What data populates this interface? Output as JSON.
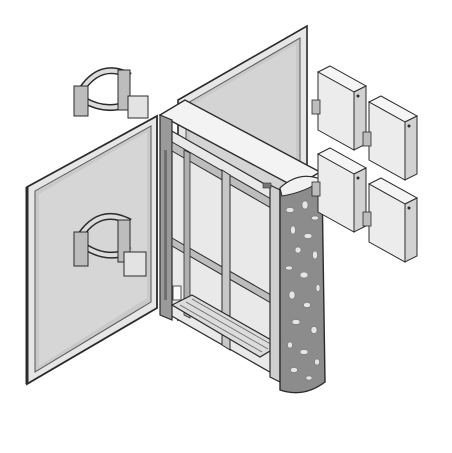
{
  "colors": {
    "background": "#ffffff",
    "outline": "#2b2b2b",
    "panel_face": "#d7d7d7",
    "panel_glass": "#c9c9c9",
    "frame_light": "#f2f2f2",
    "frame_mid": "#bdbdbd",
    "frame_dark": "#6f6f6f",
    "perforated_face": "#8a8a8a",
    "box_face": "#ececec",
    "box_side": "#d2d2d2"
  },
  "components": {
    "left_door_panel": "panel",
    "right_door_panel": "panel",
    "cabinet_frame": "frame",
    "perforated_column": "column",
    "pipe_clamp_top": "clamp",
    "pipe_clamp_bottom": "clamp",
    "equipment_modules": [
      "module",
      "module",
      "module",
      "module"
    ]
  }
}
